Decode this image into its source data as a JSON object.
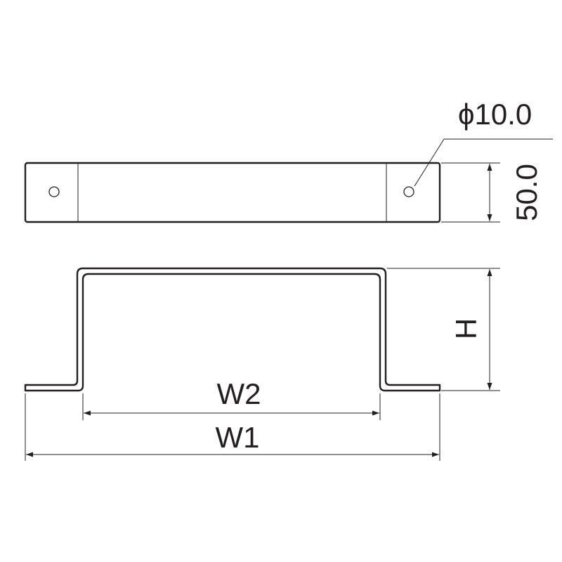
{
  "labels": {
    "hole_diameter": "ϕ10.0",
    "width_dimension": "50.0",
    "height_dimension": "H",
    "inner_width": "W2",
    "outer_width": "W1"
  },
  "colors": {
    "line": "#231f20",
    "background": "#ffffff"
  }
}
